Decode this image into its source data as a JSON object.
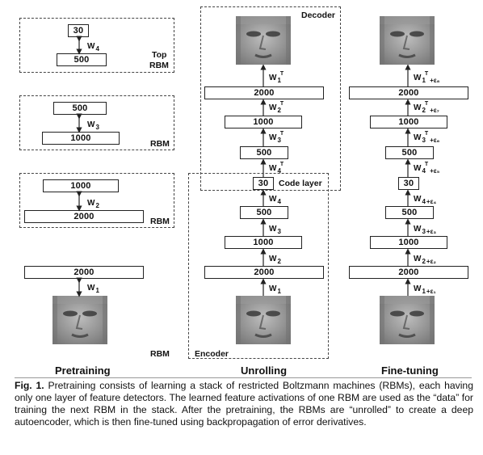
{
  "columns": {
    "pretraining": "Pretraining",
    "unrolling": "Unrolling",
    "finetuning": "Fine-tuning"
  },
  "rbm_labels": {
    "top_line1": "Top",
    "top_line2": "RBM",
    "rbm": "RBM"
  },
  "units": {
    "u30": "30",
    "u500": "500",
    "u1000": "1000",
    "u2000": "2000"
  },
  "weights": {
    "w": "W",
    "n1": "1",
    "n2": "2",
    "n3": "3",
    "n4": "4",
    "T": "T",
    "e1": "+ε₁",
    "e2": "+ε₂",
    "e3": "+ε₃",
    "e4": "+ε₄",
    "e5": "+ε₅",
    "e6": "+ε₆",
    "e7": "+ε₇",
    "e8": "+ε₈"
  },
  "unroll_labels": {
    "decoder": "Decoder",
    "encoder": "Encoder",
    "code_layer": "Code layer"
  },
  "caption": {
    "fig": "Fig. 1.",
    "text": " Pretraining consists of learning a stack of restricted Boltzmann machines (RBMs), each having only one layer of feature detectors. The learned feature activations of one RBM are used as the “data” for training the next RBM in the stack. After the pretraining, the RBMs are “unrolled” to create a deep autoencoder, which is then fine-tuned using backpropagation of error derivatives."
  },
  "colors": {
    "line": "#222222",
    "dash": "#444444",
    "face_dark": "#3a3a3a",
    "face_light": "#bdbdbd"
  }
}
